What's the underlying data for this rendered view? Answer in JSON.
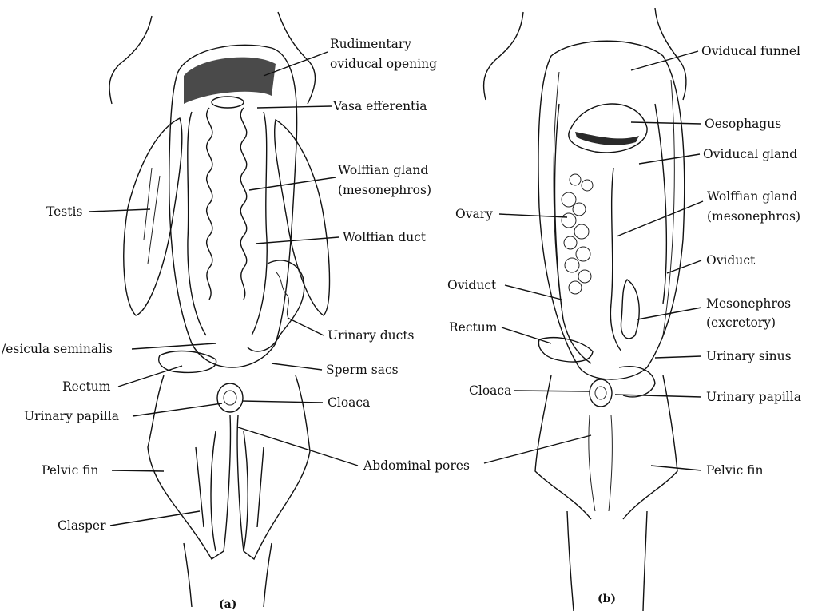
{
  "figure_a": {
    "caption": "(a)",
    "labels": {
      "rudimentary_1": "Rudimentary",
      "rudimentary_2": "oviducal opening",
      "vasa_efferentia": "Vasa efferentia",
      "wolffian_gland_1": "Wolffian gland",
      "wolffian_gland_2": "(mesonephros)",
      "testis": "Testis",
      "wolffian_duct": "Wolffian duct",
      "urinary_ducts": "Urinary ducts",
      "vesicula_seminalis": "/esicula seminalis",
      "rectum": "Rectum",
      "sperm_sacs": "Sperm sacs",
      "cloaca": "Cloaca",
      "urinary_papilla": "Urinary papilla",
      "pelvic_fin": "Pelvic fin",
      "abdominal_pores": "Abdominal pores",
      "clasper": "Clasper"
    }
  },
  "figure_b": {
    "caption": "(b)",
    "labels": {
      "oviducal_funnel": "Oviducal funnel",
      "oesophagus": "Oesophagus",
      "oviducal_gland": "Oviducal gland",
      "wolffian_gland_1": "Wolffian gland",
      "wolffian_gland_2": "(mesonephros)",
      "ovary": "Ovary",
      "oviduct_right": "Oviduct",
      "oviduct_left": "Oviduct",
      "mesonephros_1": "Mesonephros",
      "mesonephros_2": "(excretory)",
      "rectum": "Rectum",
      "urinary_sinus": "Urinary sinus",
      "cloaca": "Cloaca",
      "urinary_papilla": "Urinary papilla",
      "pelvic_fin": "Pelvic fin"
    }
  }
}
